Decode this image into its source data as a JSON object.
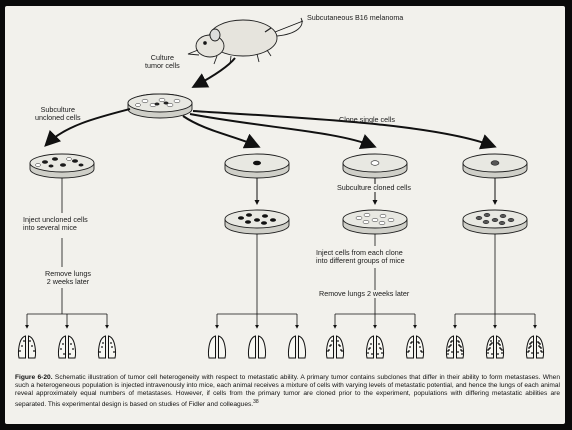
{
  "labels": {
    "source": "Subcutaneous B16 melanoma",
    "culture": "Culture\ntumor cells",
    "subculture_uncloned": "Subculture\nuncloned cells",
    "clone_single": "Clone single cells",
    "subculture_cloned": "Subculture cloned cells",
    "inject_uncloned": "Inject uncloned cells\ninto several mice",
    "remove_left": "Remove lungs\n2 weeks later",
    "inject_clone": "Inject cells from each clone\ninto different groups of mice",
    "remove_right": "Remove lungs 2 weeks later"
  },
  "caption": {
    "figure_id": "Figure 6-20.",
    "text": "Schematic illustration of tumor cell heterogeneity with respect to metastatic ability. A primary tumor contains subclones that differ in their ability to form metastases. When such a heterogeneous population is injected intravenously into mice, each animal receives a mixture of cells with varying levels of metastatic potential, and hence the lungs of each animal reveal approximately equal numbers of metastases. However, if cells from the primary tumor are cloned prior to the experiment, populations with differing metastatic abilities are separated. This experimental design is based on studies of Fidler and colleagues.",
    "footnote_mark": "38"
  },
  "colors": {
    "paper": "#f2f1ec",
    "ink": "#111111",
    "border": "#0a0a0a"
  }
}
